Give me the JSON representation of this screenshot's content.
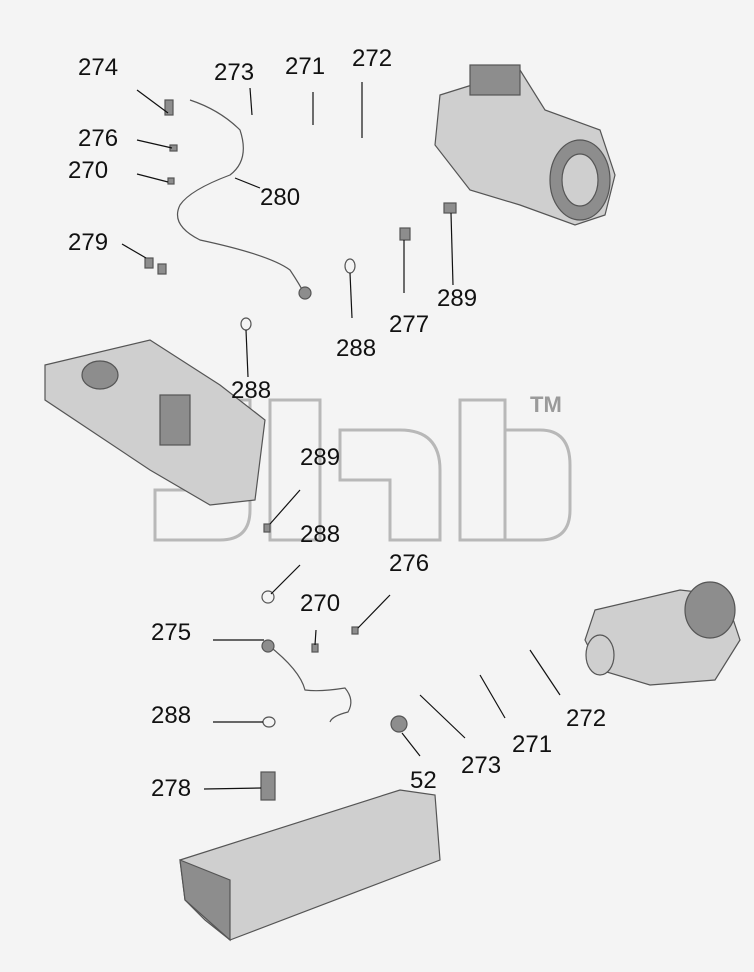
{
  "callouts": {
    "c274": "274",
    "c276a": "276",
    "c270a": "270",
    "c279": "279",
    "c273a": "273",
    "c271a": "271",
    "c272a": "272",
    "c280": "280",
    "c288a": "288",
    "c277": "277",
    "c289a": "289",
    "c288b": "288",
    "c289b": "289",
    "c288c": "288",
    "c276b": "276",
    "c270b": "270",
    "c275": "275",
    "c288d": "288",
    "c278": "278",
    "c52": "52",
    "c273b": "273",
    "c271b": "271",
    "c272b": "272"
  },
  "watermark": {
    "mark": "TM"
  }
}
